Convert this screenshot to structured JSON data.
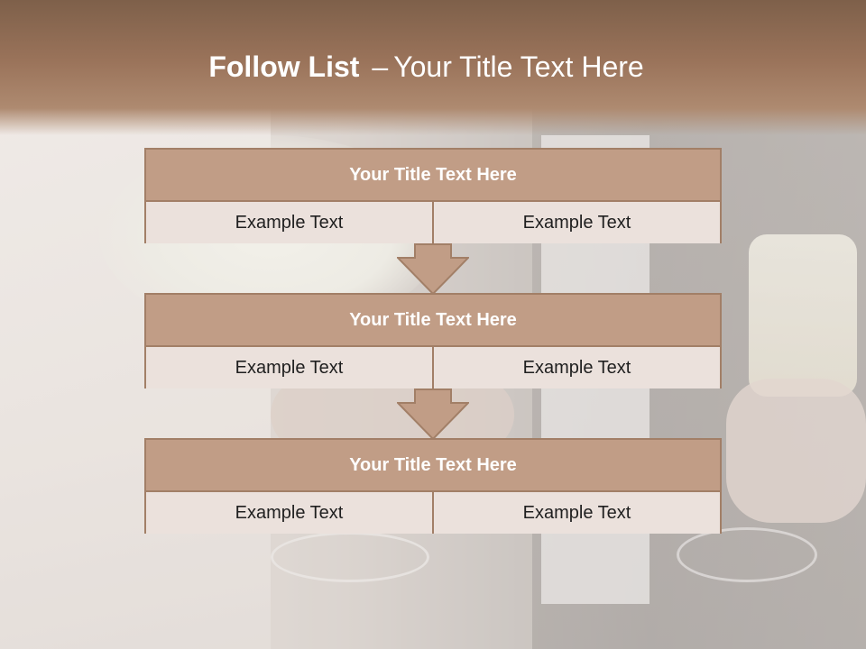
{
  "slide": {
    "title_bold": "Follow List",
    "title_sep": "–",
    "title_rest": "Your Title Text Here"
  },
  "blocks": [
    {
      "title": "Your Title Text Here",
      "left": "Example Text",
      "right": "Example Text"
    },
    {
      "title": "Your Title Text Here",
      "left": "Example Text",
      "right": "Example Text"
    },
    {
      "title": "Your Title Text Here",
      "left": "Example Text",
      "right": "Example Text"
    }
  ],
  "colors": {
    "header": "#9a735a",
    "block_head": "#c19d86",
    "block_border": "#a27f67",
    "cell_bg": "#ebe1dc"
  }
}
